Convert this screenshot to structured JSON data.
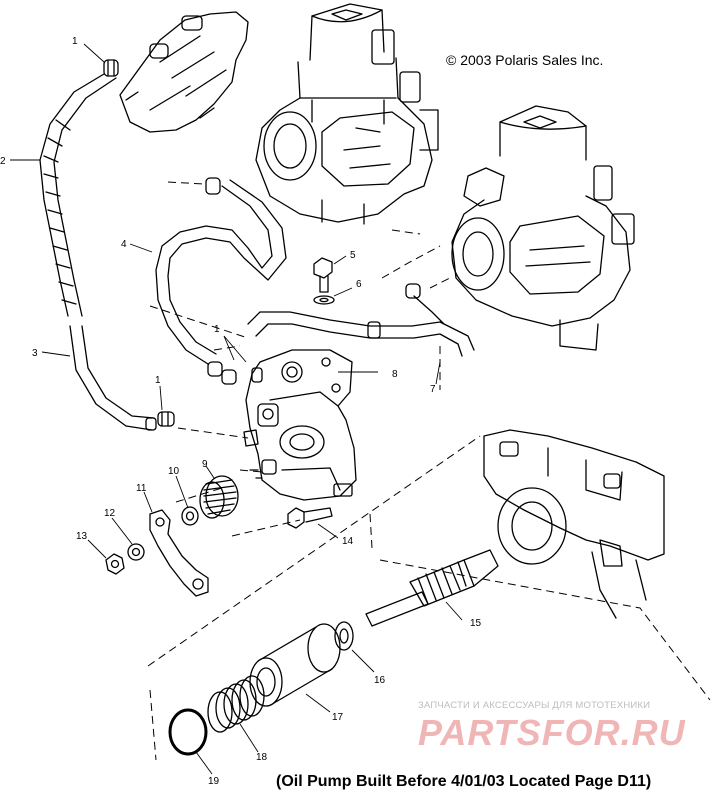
{
  "header": {
    "copyright": "© 2003 Polaris Sales Inc."
  },
  "footer": {
    "caption": "(Oil Pump Built Before 4/01/03 Located Page D11)"
  },
  "watermark": {
    "tagline": "ЗАПЧАСТИ И АКСЕССУАРЫ ДЛЯ МОТОТЕХНИКИ",
    "brand": "PARTSFOR.RU",
    "color": "#f0b6b6"
  },
  "callouts": {
    "c1a": "1",
    "c1b": "1",
    "c1c": "1",
    "c2": "2",
    "c3": "3",
    "c4": "4",
    "c5": "5",
    "c6": "6",
    "c7": "7",
    "c8": "8",
    "c9": "9",
    "c10": "10",
    "c11": "11",
    "c12": "12",
    "c13": "13",
    "c14": "14",
    "c15": "15",
    "c16": "16",
    "c17": "17",
    "c18": "18",
    "c19": "19"
  },
  "icons": {
    "parts": [
      "carburetor-icon",
      "oil-pump-icon",
      "hose-icon",
      "hose-clamp-icon",
      "bolt-icon",
      "washer-icon",
      "gear-icon",
      "lever-icon",
      "nut-icon",
      "drive-shaft-icon",
      "bushing-icon",
      "spring-icon",
      "o-ring-icon",
      "crankcase-icon"
    ]
  }
}
